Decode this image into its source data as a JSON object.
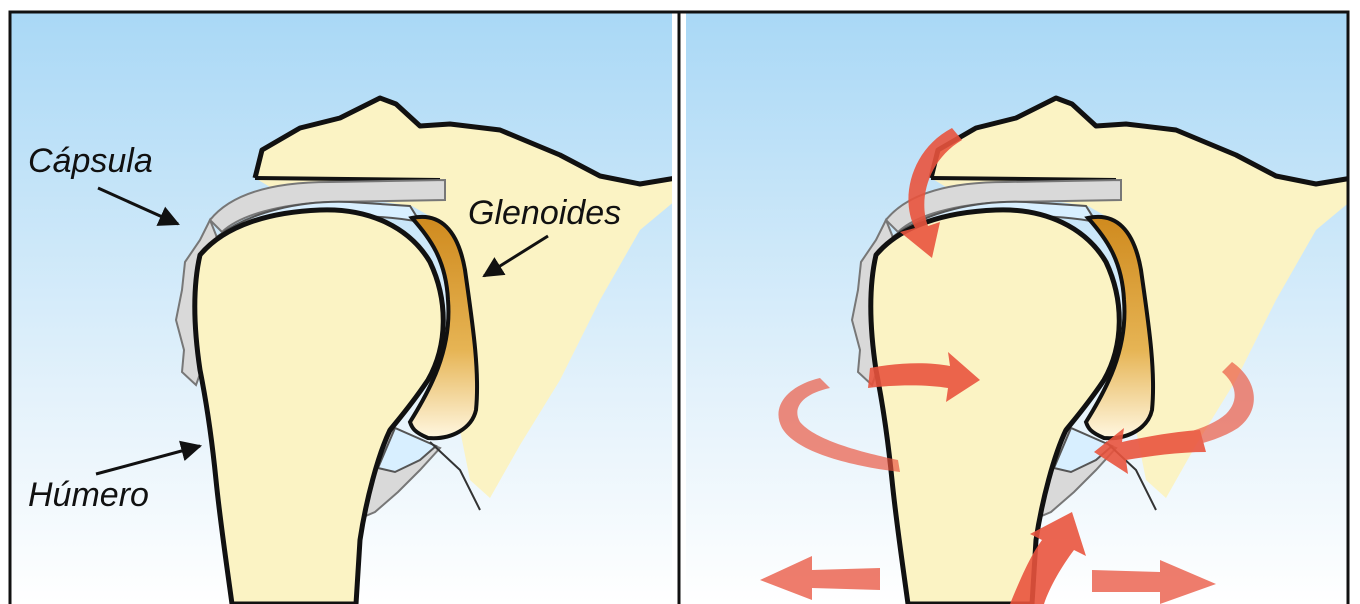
{
  "labels": {
    "capsule": "Cápsula",
    "glenoid": "Glenoides",
    "humerus": "Húmero"
  },
  "colors": {
    "sky_top": "#a9d8f6",
    "sky_bottom": "#ffffff",
    "bone": "#fbf3c4",
    "capsule": "#d9d9d9",
    "cartilage": "#daa23c",
    "joint_fluid": "#d8efff",
    "arrow": "#e9543e",
    "outline": "#111111"
  },
  "panels": [
    {
      "id": "normal",
      "force_arrows": false
    },
    {
      "id": "forces",
      "force_arrows": true
    }
  ]
}
